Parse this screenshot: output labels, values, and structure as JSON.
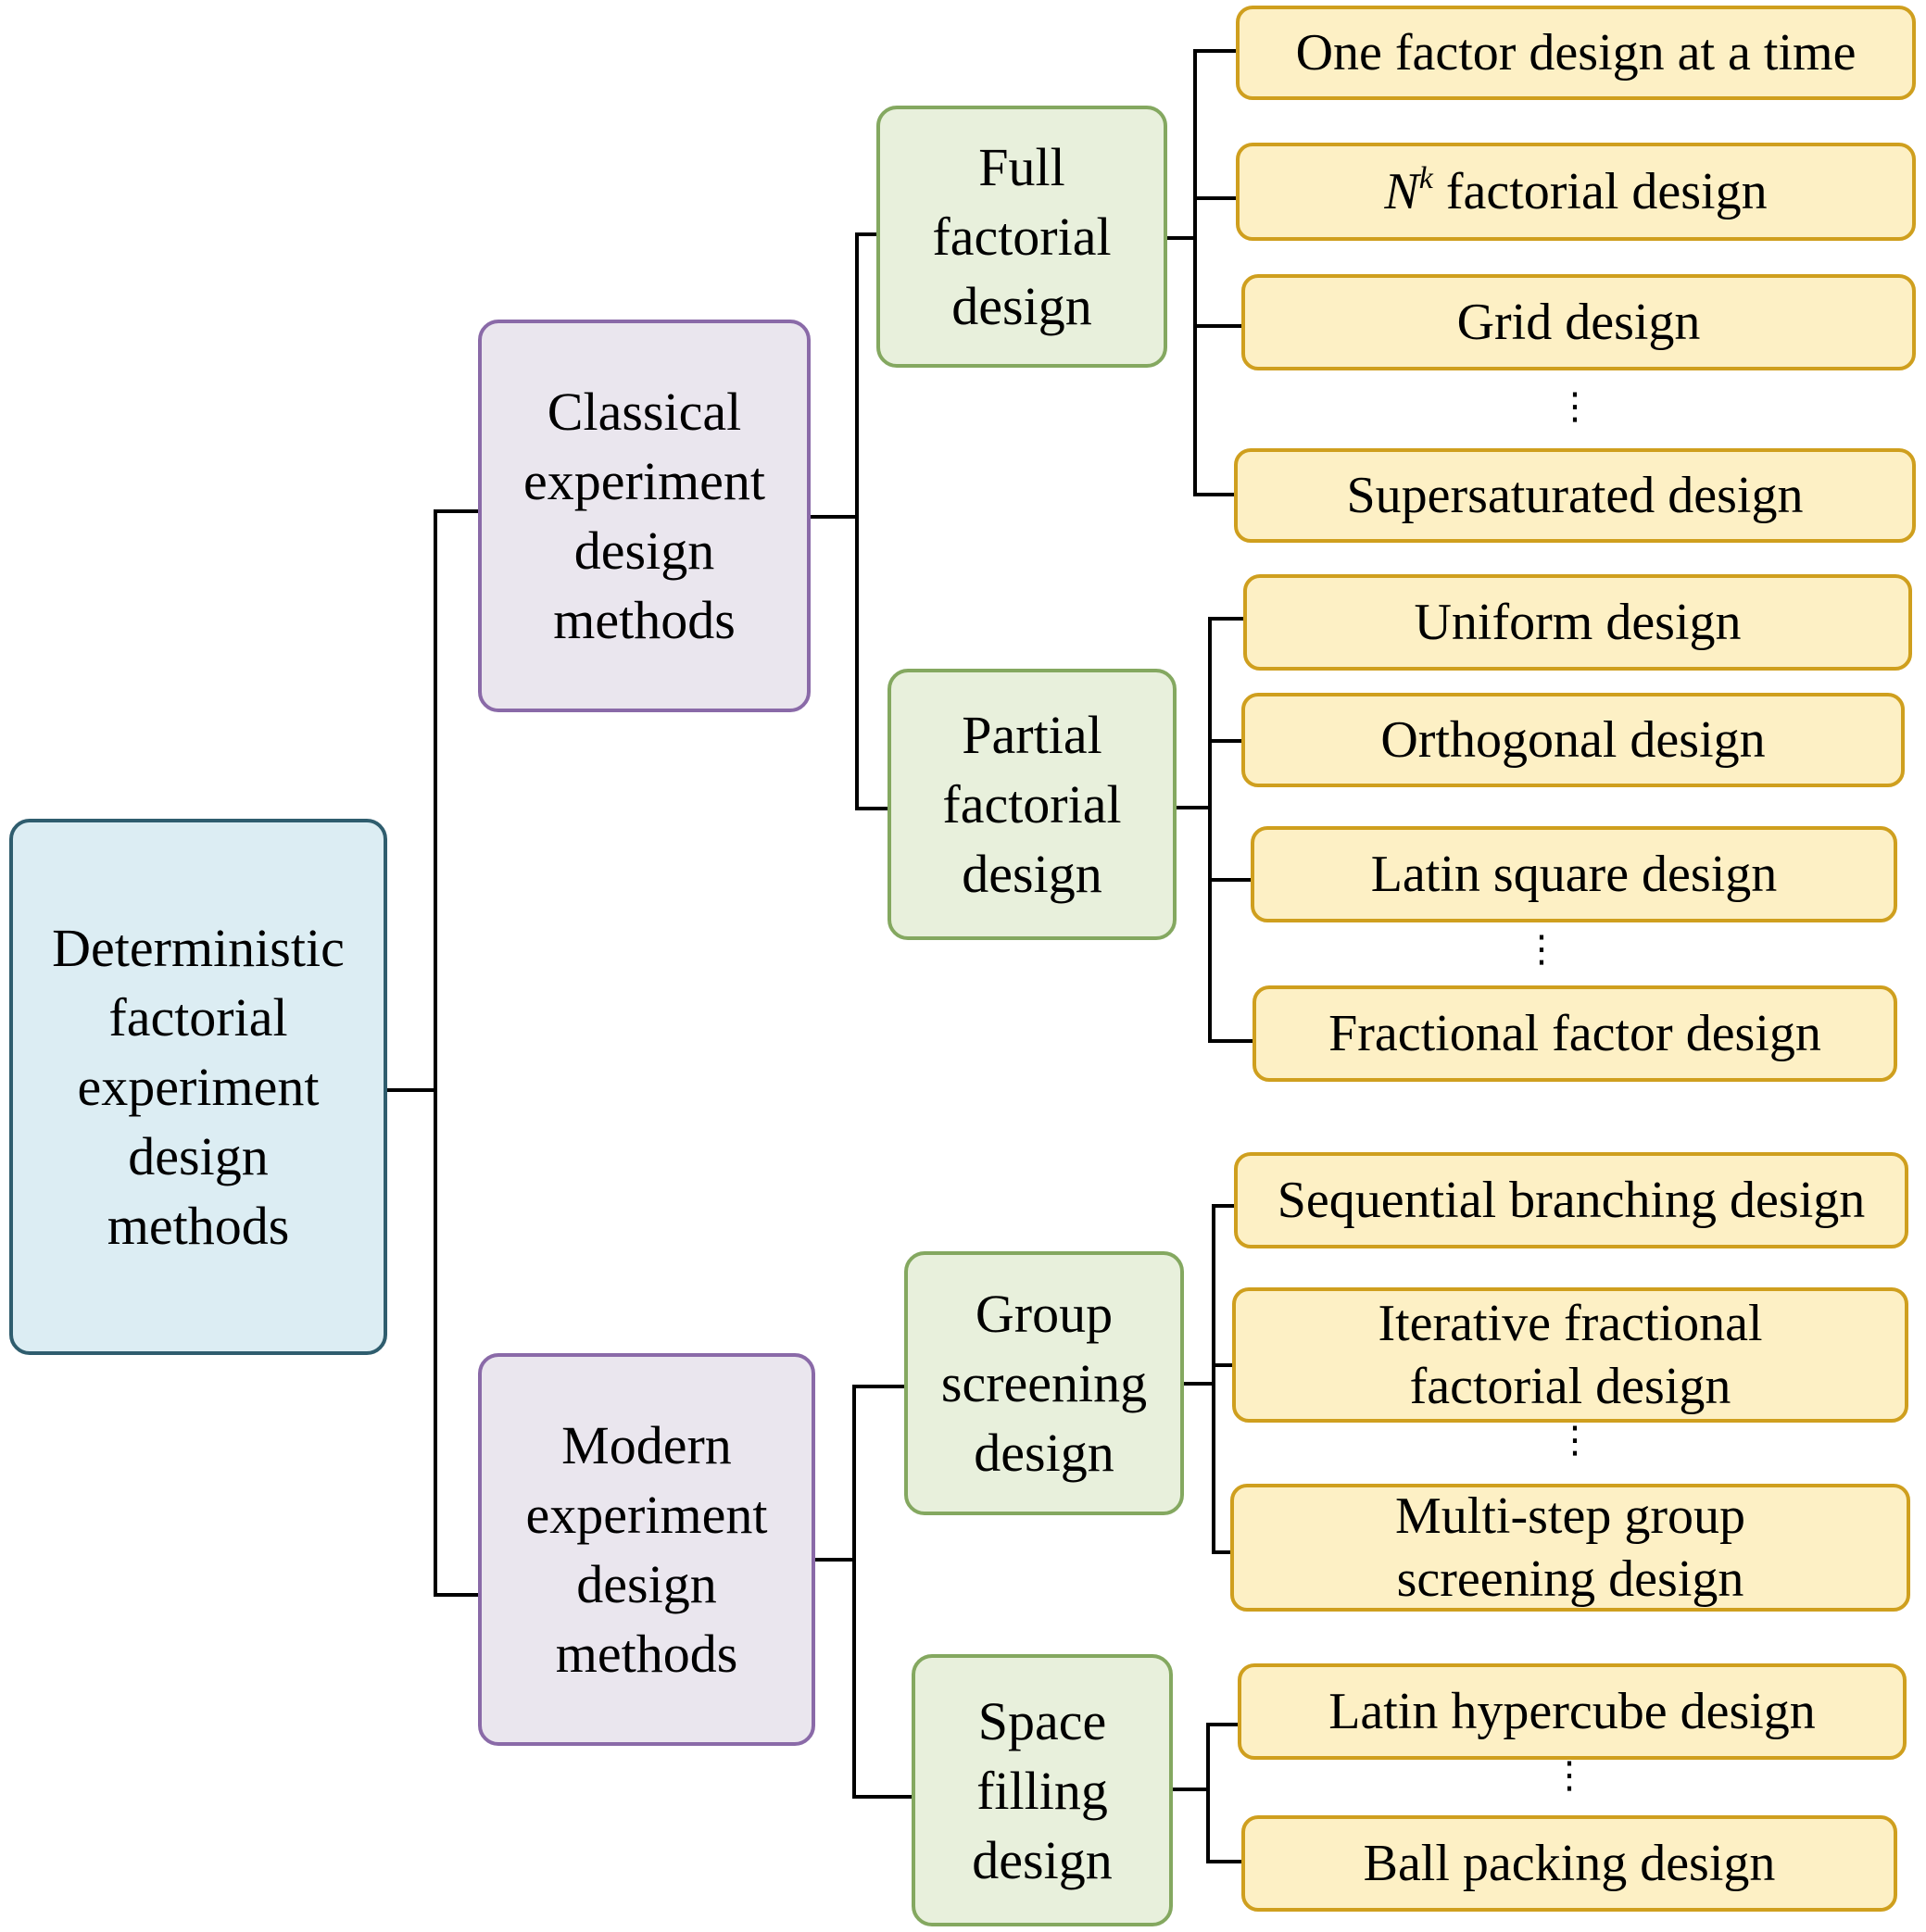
{
  "root": {
    "lines": [
      "Deterministic",
      "factorial",
      "experiment",
      "design",
      "methods"
    ]
  },
  "classical": {
    "lines": [
      "Classical",
      "experiment",
      "design",
      "methods"
    ],
    "full": {
      "lines": [
        "Full",
        "factorial",
        "design"
      ],
      "leaves": {
        "one_factor": "One factor design at a time",
        "nk_base": "N",
        "nk_exp": "k",
        "nk_rest": " factorial design",
        "grid": "Grid design",
        "supersaturated": "Supersaturated design"
      }
    },
    "partial": {
      "lines": [
        "Partial",
        "factorial",
        "design"
      ],
      "leaves": {
        "uniform": "Uniform design",
        "orthogonal": "Orthogonal design",
        "latin_square": "Latin square design",
        "fractional_factor": "Fractional factor design"
      }
    }
  },
  "modern": {
    "lines": [
      "Modern",
      "experiment",
      "design",
      "methods"
    ],
    "group": {
      "lines": [
        "Group",
        "screening",
        "design"
      ],
      "leaves": {
        "sequential": "Sequential branching design",
        "iterative": [
          "Iterative fractional",
          "factorial design"
        ],
        "multistep": [
          "Multi-step group",
          "screening design"
        ]
      }
    },
    "space": {
      "lines": [
        "Space",
        "filling",
        "design"
      ],
      "leaves": {
        "latin_hypercube": "Latin hypercube design",
        "ball_packing": "Ball packing design"
      }
    }
  },
  "ellipsis_glyph": "⋮",
  "colors": {
    "root_fill": "#dcedf3",
    "root_border": "#2f5d6e",
    "level1_fill": "#eae6ee",
    "level1_border": "#8a6aa8",
    "level2_fill": "#e8f0dc",
    "level2_border": "#84a860",
    "leaf_fill": "#fdf0c5",
    "leaf_border": "#cf9f1e",
    "connector": "#000000"
  }
}
